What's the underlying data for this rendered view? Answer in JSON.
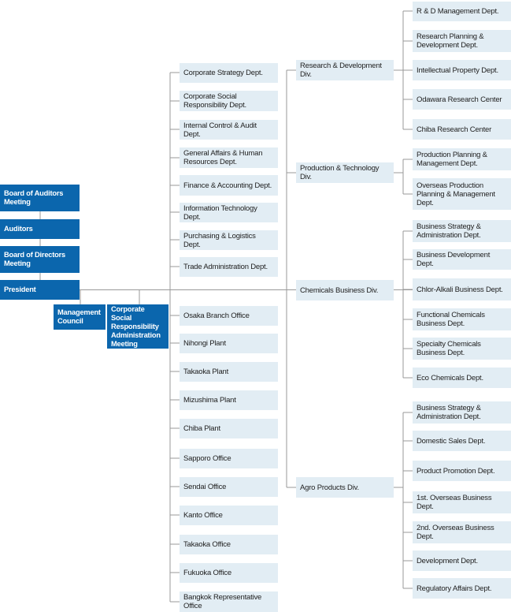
{
  "colors": {
    "dark_box": "#0b66ad",
    "light_box": "#e2edf4",
    "line": "#999999"
  },
  "governance": {
    "board_of_auditors_meeting": "Board of Auditors Meeting",
    "auditors": "Auditors",
    "board_of_directors_meeting": "Board of Directors Meeting",
    "president": "President",
    "management_council": "Management Council",
    "csr_administration_meeting": "Corporate Social Responsibility Administration Meeting"
  },
  "staff_departments": [
    "Corporate Strategy Dept.",
    "Corporate Social Responsibility Dept.",
    "Internal Control & Audit Dept.",
    "General Affairs & Human Resources Dept.",
    "Finance & Accounting Dept.",
    "Information Technology Dept.",
    "Purchasing & Logistics Dept.",
    "Trade Administration Dept."
  ],
  "offices_and_plants": [
    "Osaka Branch Office",
    "Nihongi Plant",
    "Takaoka Plant",
    "Mizushima Plant",
    "Chiba Plant",
    "Sapporo Office",
    "Sendai Office",
    "Kanto Office",
    "Takaoka Office",
    "Fukuoka Office",
    "Bangkok Representative Office"
  ],
  "divisions": [
    {
      "name": "Research & Development Div.",
      "departments": [
        "R & D Management Dept.",
        "Research Planning & Development Dept.",
        "Intellectual Property Dept.",
        "Odawara Research Center",
        "Chiba Research Center"
      ]
    },
    {
      "name": "Production & Technology Div.",
      "departments": [
        "Production Planning & Management Dept.",
        "Overseas Production Planning & Management Dept."
      ]
    },
    {
      "name": "Chemicals Business Div.",
      "departments": [
        "Business Strategy & Administration Dept.",
        "Business Development Dept.",
        "Chlor-Alkali Business Dept.",
        "Functional Chemicals Business Dept.",
        "Specialty Chemicals Business Dept.",
        "Eco Chemicals Dept."
      ]
    },
    {
      "name": "Agro Products Div.",
      "departments": [
        "Business Strategy & Administration Dept.",
        "Domestic Sales Dept.",
        "Product Promotion Dept.",
        "1st. Overseas Business Dept.",
        "2nd. Overseas Business Dept.",
        "Development Dept.",
        "Regulatory Affairs Dept."
      ]
    }
  ]
}
